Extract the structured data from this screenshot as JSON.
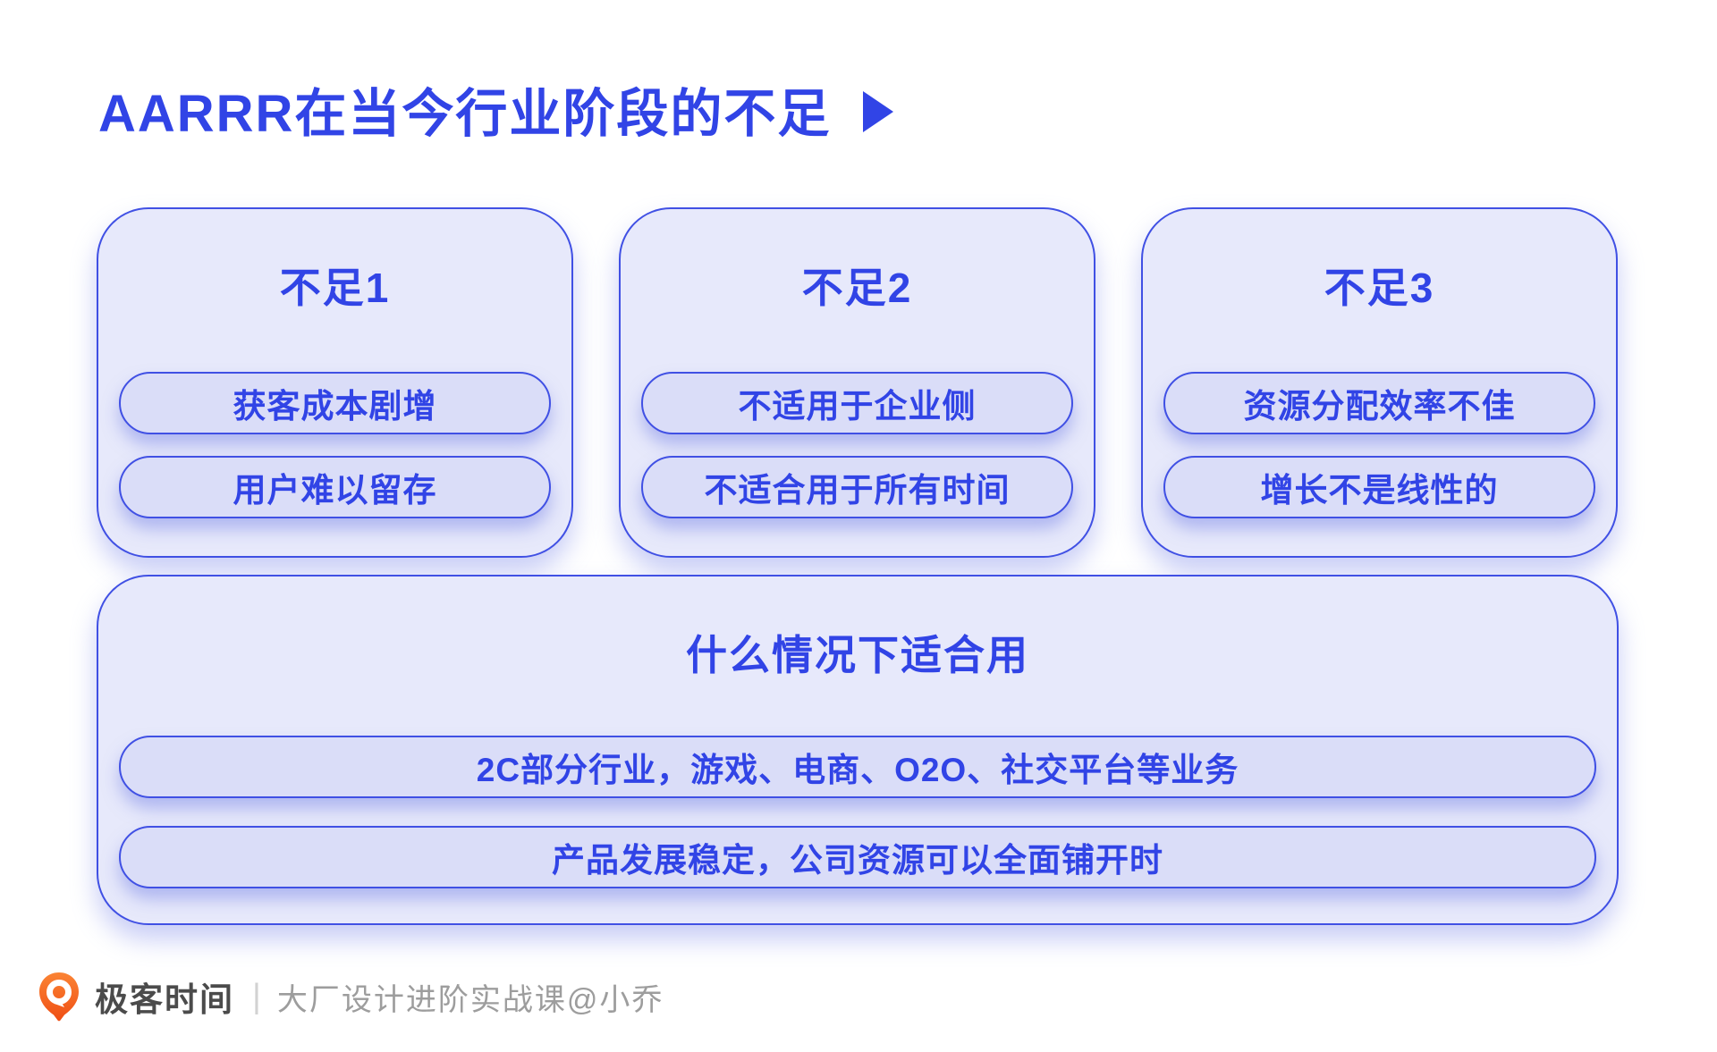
{
  "title": {
    "text": "AARRR在当今行业阶段的不足"
  },
  "icons": {
    "title_arrow": "play-triangle-icon",
    "footer_logo": "geektime-logo"
  },
  "cards": [
    {
      "header": "不足1",
      "items": [
        "获客成本剧增",
        "用户难以留存"
      ]
    },
    {
      "header": "不足2",
      "items": [
        "不适用于企业侧",
        "不适合用于所有时间"
      ]
    },
    {
      "header": "不足3",
      "items": [
        "资源分配效率不佳",
        "增长不是线性的"
      ]
    }
  ],
  "bottom_card": {
    "header": "什么情况下适合用",
    "items": [
      "2C部分行业，游戏、电商、O2O、社交平台等业务",
      "产品发展稳定，公司资源可以全面铺开时"
    ]
  },
  "footer": {
    "brand": "极客时间",
    "divider": "|",
    "course": "大厂设计进阶实战课@小乔"
  },
  "colors": {
    "accent_blue": "#3144E6",
    "border_blue": "#4050E4",
    "card_bg": "#E7E9FB",
    "pill_bg": "#DADDF8",
    "logo_orange": "#F2591C"
  }
}
